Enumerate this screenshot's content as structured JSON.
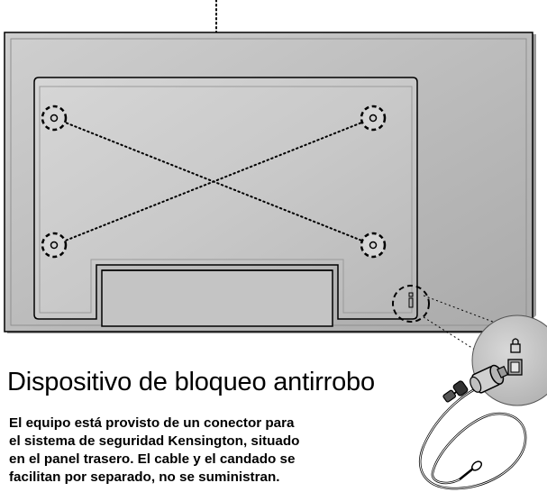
{
  "title": "Dispositivo de bloqueo antirrobo",
  "description_lines": [
    "El equipo está provisto de un conector para",
    "el sistema de seguridad Kensington, situado",
    "en el panel trasero. El cable y el candado se",
    "facilitan por separado, no se suministran."
  ],
  "colors": {
    "outer_panel": "#bdbdbd",
    "inner_panel": "#cccccc",
    "outline": "#000000",
    "lock_zoom": "#c8c8c8"
  },
  "icons": [
    "padlock-icon",
    "kensington-slot-icon",
    "mount-hole-icon",
    "cable-lock-icon"
  ]
}
